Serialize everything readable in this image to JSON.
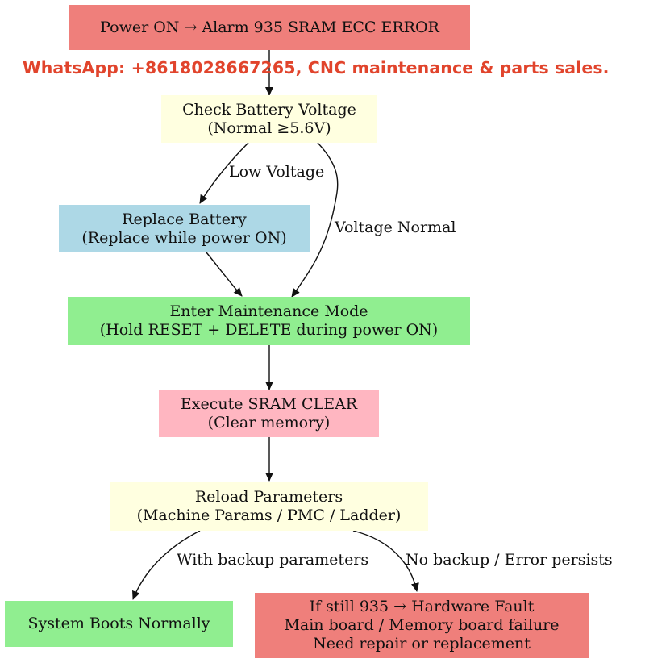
{
  "colors": {
    "red": "#ef7f7b",
    "yellow": "#ffffe0",
    "blue": "#add8e6",
    "green": "#90ee90",
    "pink": "#ffb6c1",
    "watermark": "#e1442c"
  },
  "watermark": "WhatsApp: +8618028667265, CNC maintenance & parts sales.",
  "nodes": {
    "start": {
      "lines": [
        "Power ON → Alarm 935 SRAM ECC ERROR"
      ]
    },
    "battery_check": {
      "lines": [
        "Check Battery Voltage",
        "(Normal ≥5.6V)"
      ]
    },
    "replace_battery": {
      "lines": [
        "Replace Battery",
        "(Replace while power ON)"
      ]
    },
    "maintenance_mode": {
      "lines": [
        "Enter Maintenance Mode",
        "(Hold RESET + DELETE during power ON)"
      ]
    },
    "sram_clear": {
      "lines": [
        "Execute SRAM CLEAR",
        "(Clear memory)"
      ]
    },
    "reload_params": {
      "lines": [
        "Reload Parameters",
        "(Machine Params / PMC / Ladder)"
      ]
    },
    "boots_normally": {
      "lines": [
        "System Boots Normally"
      ]
    },
    "hardware_fault": {
      "lines": [
        "If still 935 → Hardware Fault",
        "Main board / Memory board failure",
        "Need repair or replacement"
      ]
    }
  },
  "edges": {
    "low_voltage": "Low Voltage",
    "voltage_normal": "Voltage Normal",
    "with_backup": "With backup parameters",
    "no_backup": "No backup / Error persists"
  }
}
